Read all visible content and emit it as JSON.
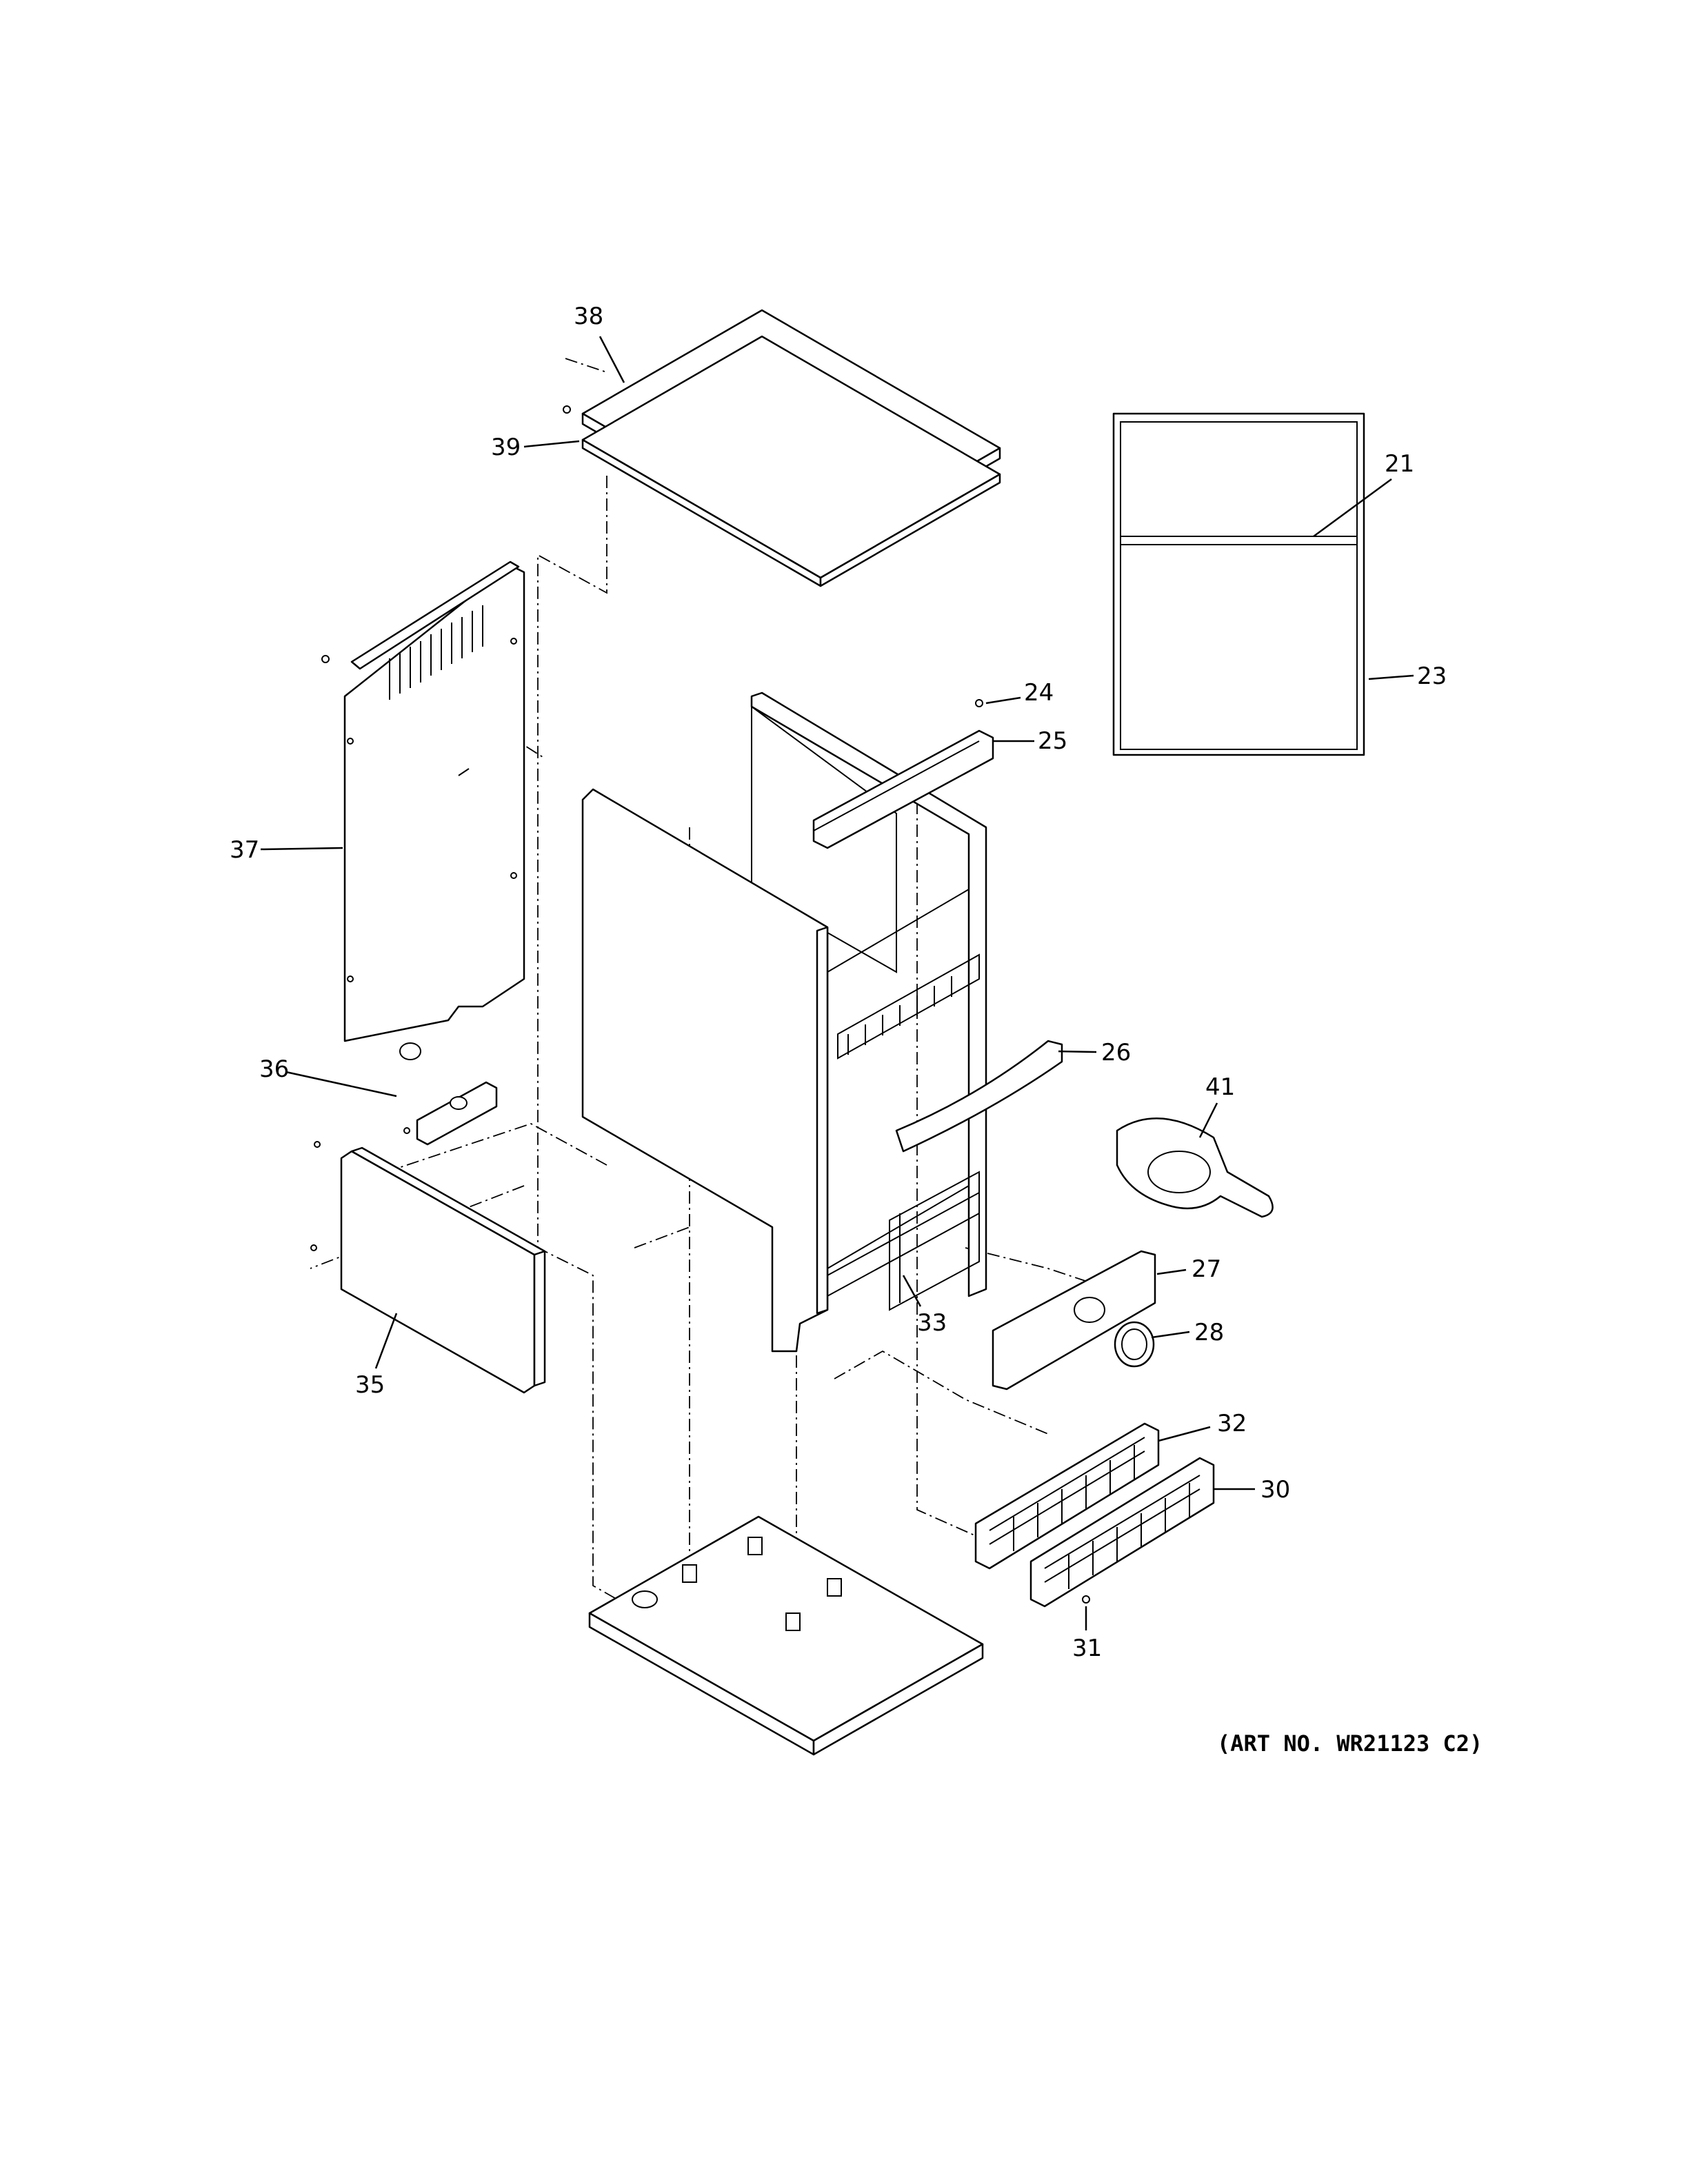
{
  "diagram": {
    "art_number": "(ART NO. WR21123 C2)",
    "callouts": [
      {
        "id": "38",
        "label": "38"
      },
      {
        "id": "39",
        "label": "39"
      },
      {
        "id": "21",
        "label": "21"
      },
      {
        "id": "23",
        "label": "23"
      },
      {
        "id": "24",
        "label": "24"
      },
      {
        "id": "25",
        "label": "25"
      },
      {
        "id": "37",
        "label": "37"
      },
      {
        "id": "26",
        "label": "26"
      },
      {
        "id": "36",
        "label": "36"
      },
      {
        "id": "41",
        "label": "41"
      },
      {
        "id": "27",
        "label": "27"
      },
      {
        "id": "28",
        "label": "28"
      },
      {
        "id": "33",
        "label": "33"
      },
      {
        "id": "35",
        "label": "35"
      },
      {
        "id": "32",
        "label": "32"
      },
      {
        "id": "30",
        "label": "30"
      },
      {
        "id": "31",
        "label": "31"
      }
    ]
  }
}
